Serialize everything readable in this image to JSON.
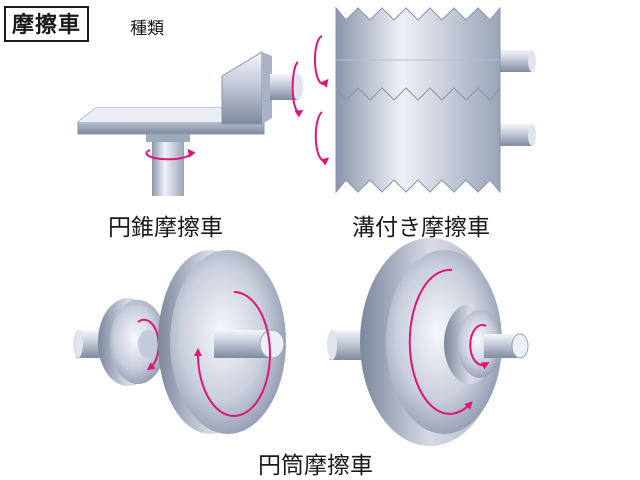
{
  "header": {
    "title": "摩擦車",
    "subtitle": "種類"
  },
  "labels": {
    "bevel": "円錐摩擦車",
    "grooved": "溝付き摩擦車",
    "cylindrical": "円筒摩擦車"
  },
  "colors": {
    "arrow": "#e0157a",
    "metal_dark": "#7f8a9e",
    "metal_light": "#eef1f7",
    "text": "#1a1a1a"
  }
}
